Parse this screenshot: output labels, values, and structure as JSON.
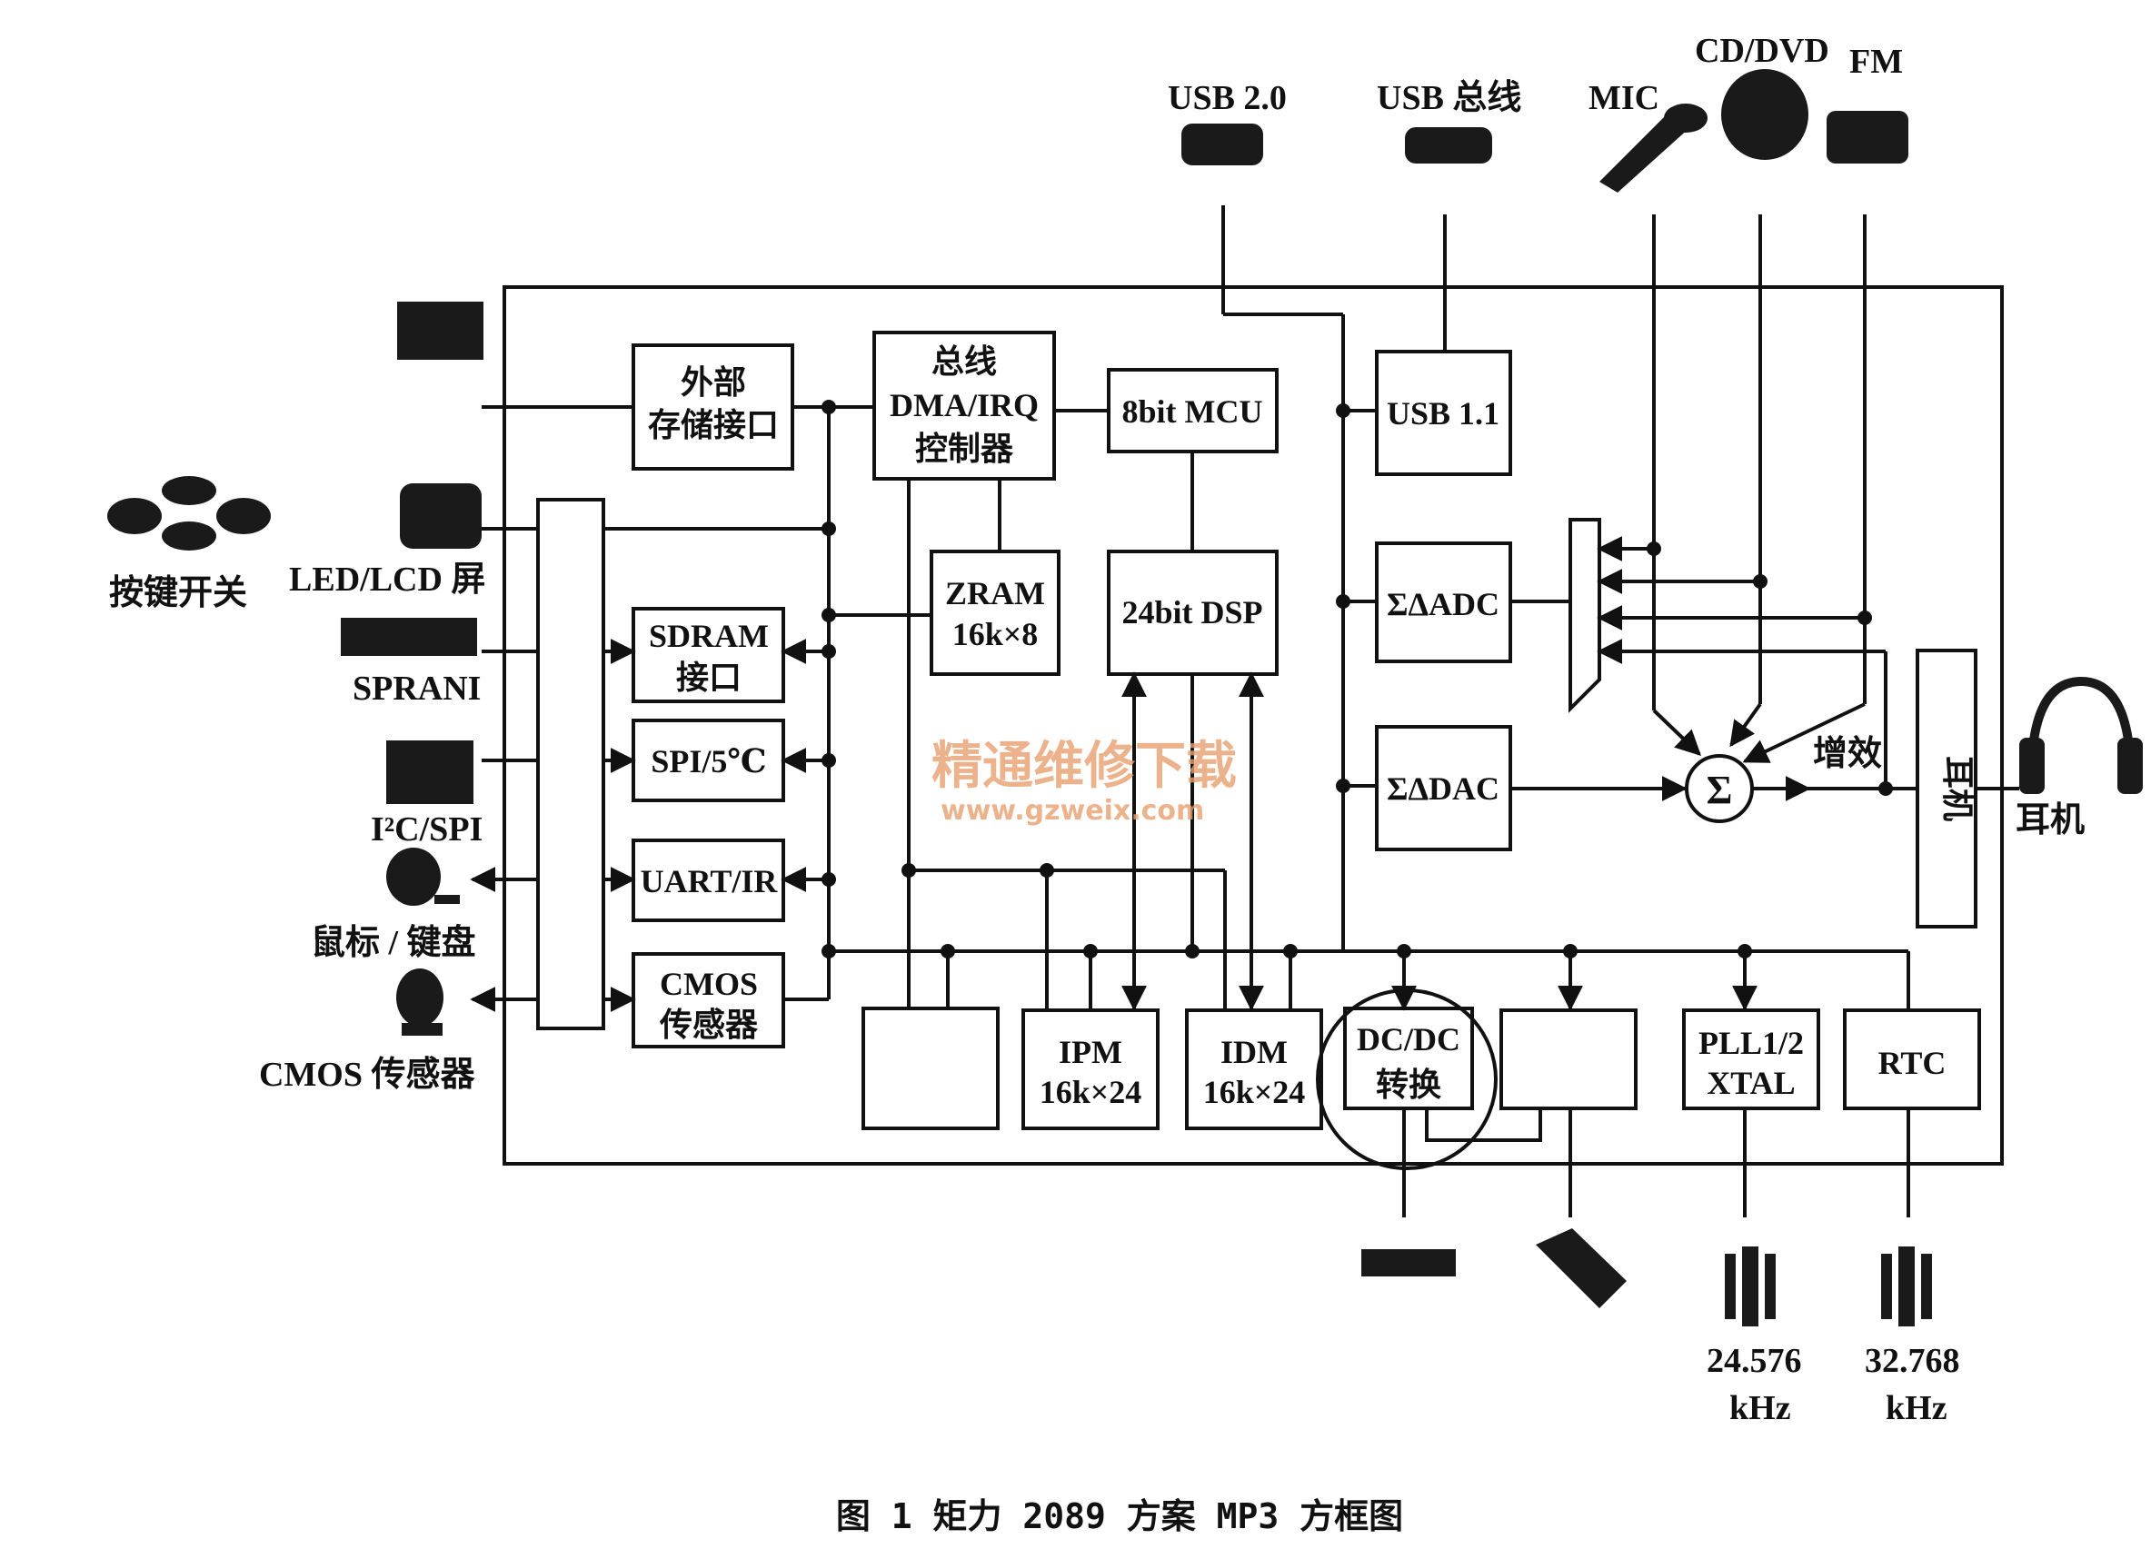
{
  "caption": "图 1 矩力 2089 方案 MP3 方框图",
  "watermark": {
    "title": "精通维修下载",
    "url": "www.gzweix.com",
    "color": "#e8a070"
  },
  "external": {
    "usb20": "USB 2.0",
    "usb_bus": "USB 总线",
    "mic": "MIC",
    "cddvd": "CD/DVD",
    "fm": "FM",
    "keys": "按键开关",
    "ledlcd": "LED/LCD 屏",
    "sprani": "SPRANI",
    "i2c": "I²C/SPI",
    "mouse": "鼠标 / 键盘",
    "cmos": "CMOS 传感器",
    "earphone": "耳机",
    "gain": "增效",
    "xtal1": [
      "24.576",
      "kHz"
    ],
    "xtal2": [
      "32.768",
      "kHz"
    ]
  },
  "blocks": {
    "ext_mem": [
      "外部",
      "存储接口"
    ],
    "dma": [
      "总线",
      "DMA/IRQ",
      "控制器"
    ],
    "mcu": "8bit MCU",
    "usb11": "USB 1.1",
    "zram": [
      "ZRAM",
      "16k×8"
    ],
    "dsp": "24bit DSP",
    "adc": "ΣΔADC",
    "dac": "ΣΔDAC",
    "sdram": [
      "SDRAM",
      "接口"
    ],
    "spi": "SPI/5℃",
    "uart": "UART/IR",
    "cmos_if": [
      "CMOS",
      "传感器"
    ],
    "ipm": [
      "IPM",
      "16k×24"
    ],
    "idm": [
      "IDM",
      "16k×24"
    ],
    "dcdc": [
      "DC/DC",
      "转换"
    ],
    "pll": [
      "PLL1/2",
      "XTAL"
    ],
    "rtc": "RTC",
    "earphone_amp": "耳机",
    "sigma": "Σ"
  }
}
